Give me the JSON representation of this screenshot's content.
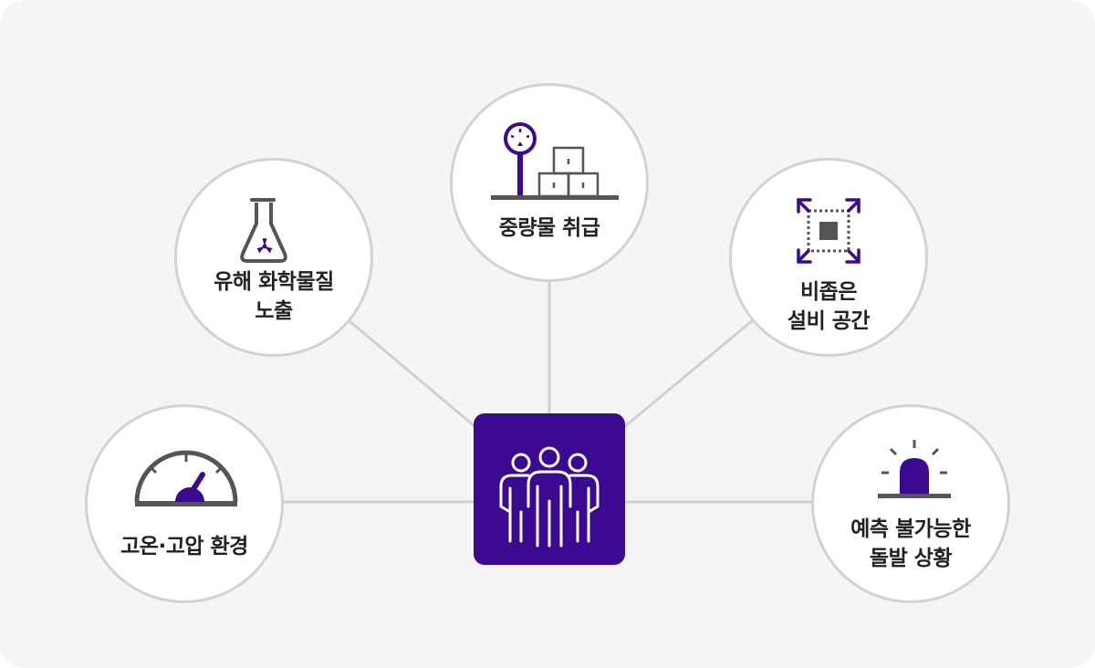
{
  "diagram": {
    "hub": {
      "icon": "people-group-icon"
    },
    "nodes": {
      "chemical": {
        "line1": "유해 화학물질",
        "line2": "노출",
        "icon": "flask-hazard-icon"
      },
      "heavy": {
        "line1": "중량물 취급",
        "line2": "",
        "icon": "scale-boxes-icon"
      },
      "confined": {
        "line1": "비좁은",
        "line2": "설비 공간",
        "icon": "confined-space-icon"
      },
      "heat": {
        "line1": "고온·고압 환경",
        "line2": "",
        "icon": "pressure-gauge-icon"
      },
      "emergency": {
        "line1": "예측 불가능한",
        "line2": "돌발 상황",
        "icon": "siren-icon"
      }
    },
    "colors": {
      "accent": "#3b0a91",
      "panel": "#f5f5f5",
      "border": "#d2d2d2",
      "line": "#d0d0d0",
      "icon_gray": "#555555",
      "text": "#222222"
    }
  }
}
